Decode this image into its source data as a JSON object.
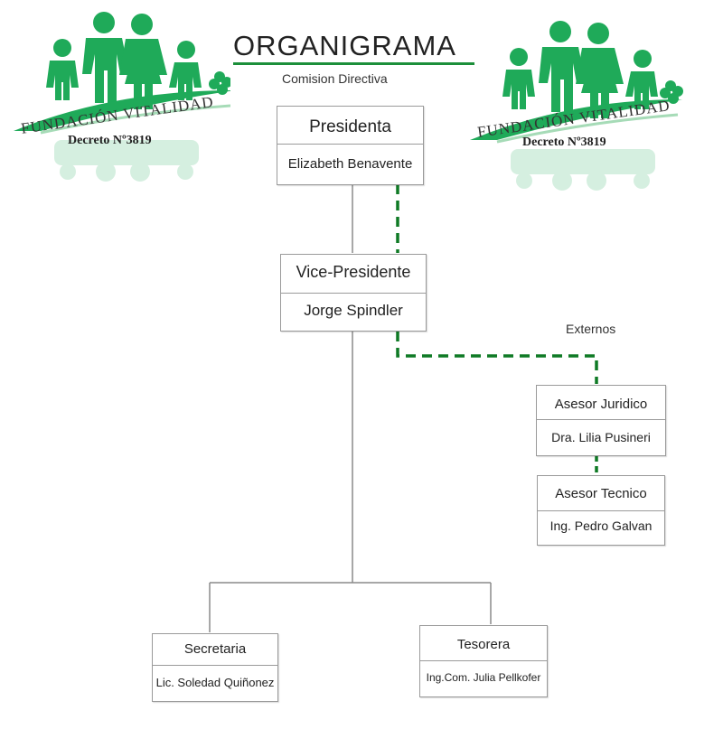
{
  "header": {
    "title": "ORGANIGRAMA",
    "subtitle": "Comision Directiva"
  },
  "logos": {
    "name": "FUNDACIÓN VITALIDAD",
    "decree": "Decreto Nº3819",
    "icon": "family-clover-logo",
    "brand_color": "#1faa59"
  },
  "externos_label": "Externos",
  "nodes": {
    "presidenta": {
      "role": "Presidenta",
      "person": "Elizabeth Benavente"
    },
    "vicepresidente": {
      "role": "Vice-Presidente",
      "person": "Jorge Spindler"
    },
    "asesor_juridico": {
      "role": "Asesor Juridico",
      "person": "Dra. Lilia Pusineri"
    },
    "asesor_tecnico": {
      "role": "Asesor Tecnico",
      "person": "Ing. Pedro Galvan"
    },
    "secretaria": {
      "role": "Secretaria",
      "person": "Lic. Soledad Quiñonez"
    },
    "tesorera": {
      "role": "Tesorera",
      "person": "Ing.Com. Julia Pellkofer"
    }
  },
  "colors": {
    "accent": "#1c8f3a",
    "dashed_link": "#0f7a25",
    "line": "#8a8a8a"
  }
}
